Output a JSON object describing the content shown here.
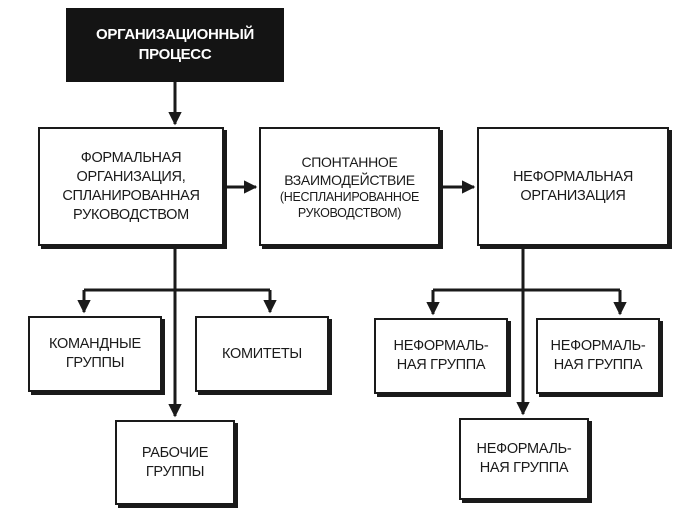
{
  "diagram": {
    "root": "ОРГАНИЗАЦИОННЫЙ\nПРОЦЕСС",
    "formal": "ФОРМАЛЬНАЯ\nОРГАНИЗАЦИЯ,\nСПЛАНИРОВАННАЯ\nРУКОВОДСТВОМ",
    "spontaneous_title": "СПОНТАННОЕ\nВЗАИМОДЕЙСТВИЕ",
    "spontaneous_note": "(НЕСПЛАНИРОВАННОЕ\nРУКОВОДСТВОМ)",
    "informal": "НЕФОРМАЛЬНАЯ\nОРГАНИЗАЦИЯ",
    "command_groups": "КОМАНДНЫЕ\nГРУППЫ",
    "committees": "КОМИТЕТЫ",
    "work_groups": "РАБОЧИЕ\nГРУППЫ",
    "informal_group_left": "НЕФОРМАЛЬ-\nНАЯ ГРУППА",
    "informal_group_right": "НЕФОРМАЛЬ-\nНАЯ ГРУППА",
    "informal_group_bottom": "НЕФОРМАЛЬ-\nНАЯ ГРУППА"
  },
  "colors": {
    "line": "#1a1a1a",
    "root_fill": "#141414",
    "root_text": "#ffffff",
    "box_fill": "#ffffff"
  }
}
